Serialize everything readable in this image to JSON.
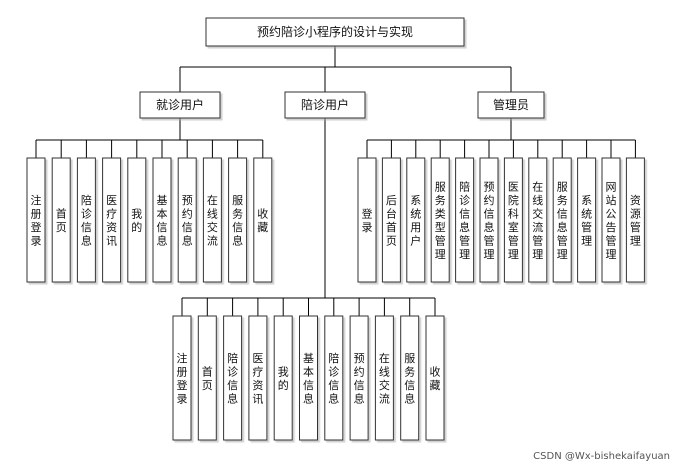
{
  "root": {
    "title": "预约陪诊小程序的设计与实现"
  },
  "groups": [
    {
      "label": "就诊用户",
      "items": [
        "注册登录",
        "首页",
        "陪诊信息",
        "医疗资讯",
        "我的",
        "基本信息",
        "预约信息",
        "在线交流",
        "服务信息",
        "收藏"
      ]
    },
    {
      "label": "陪诊用户",
      "items": [
        "注册登录",
        "首页",
        "陪诊信息",
        "医疗资讯",
        "我的",
        "基本信息",
        "陪诊信息",
        "预约信息",
        "在线交流",
        "服务信息",
        "收藏"
      ]
    },
    {
      "label": "管理员",
      "items": [
        "登录",
        "后台首页",
        "系统用户",
        "服务类型管理",
        "陪诊信息管理",
        "预约信息管理",
        "医院科室管理",
        "在线交流管理",
        "服务信息管理",
        "系统管理",
        "网站公告管理",
        "资源管理"
      ]
    }
  ],
  "watermark": "CSDN @Wx-bishekaifayuan"
}
